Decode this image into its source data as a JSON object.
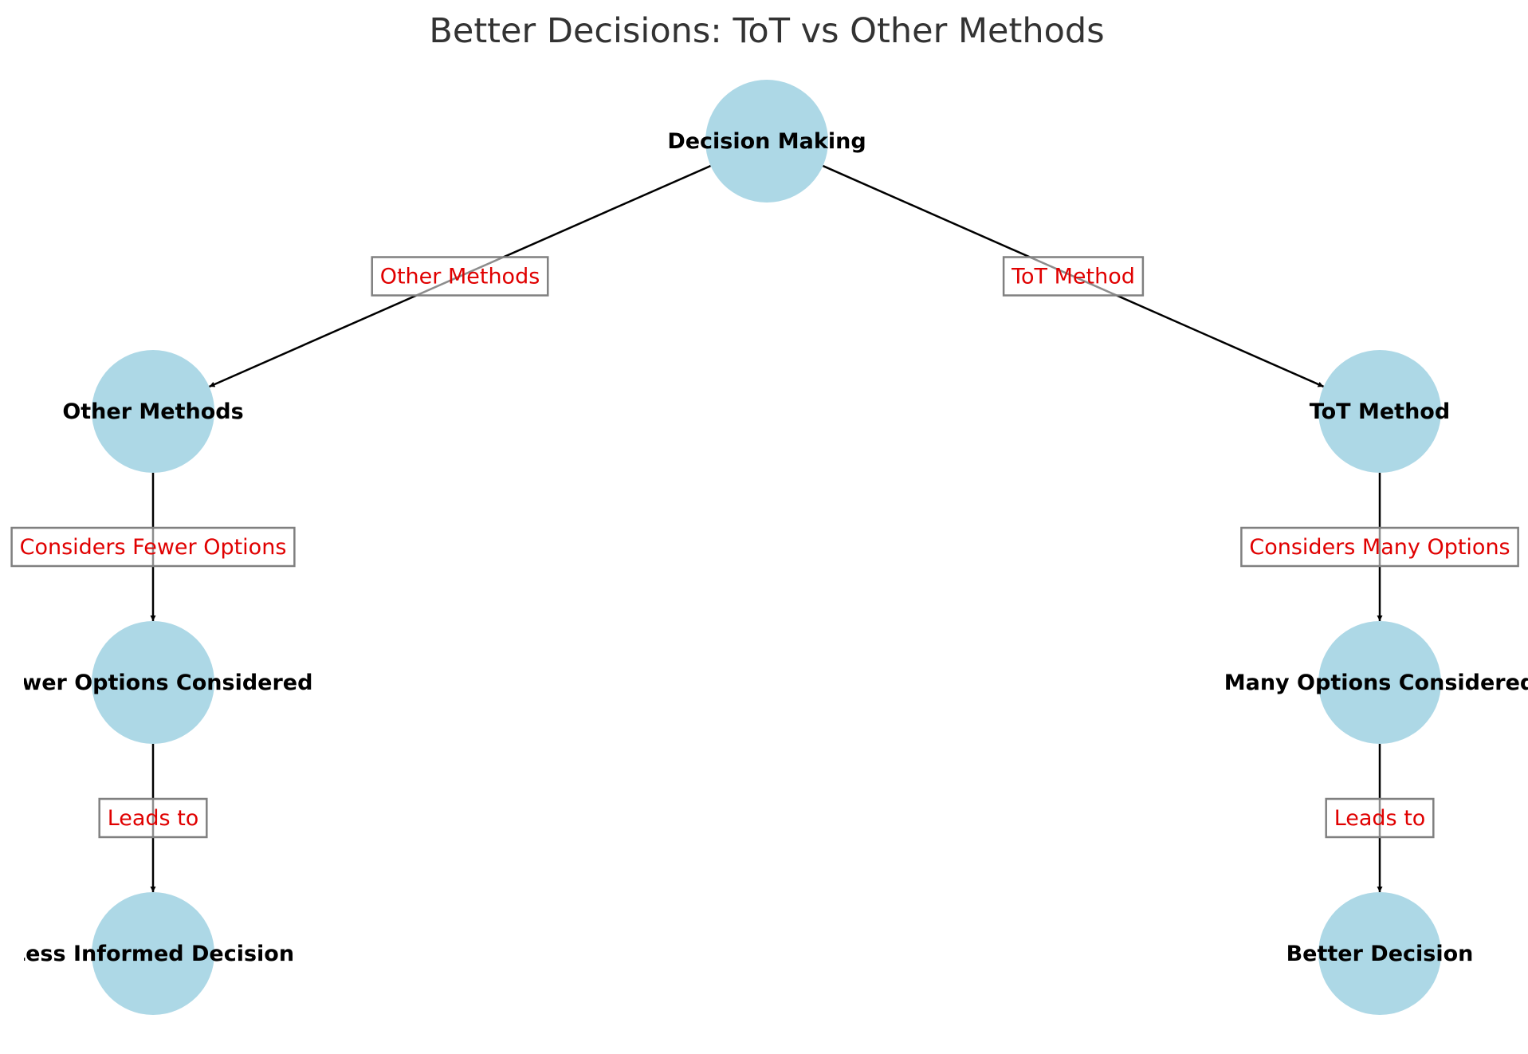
{
  "title": "Better Decisions: ToT vs Other Methods",
  "colors": {
    "node_fill": "#add8e6",
    "edge_label_text": "#e00000",
    "edge_label_border": "#808080",
    "edge_line": "#000000",
    "title_text": "#333333"
  },
  "nodes": [
    {
      "id": "decision-making",
      "label": "Decision Making"
    },
    {
      "id": "other-methods",
      "label": "Other Methods"
    },
    {
      "id": "tot-method",
      "label": "ToT Method"
    },
    {
      "id": "fewer-options",
      "label": "Fewer Options Considered"
    },
    {
      "id": "many-options",
      "label": "Many Options Considered"
    },
    {
      "id": "less-informed",
      "label": "Less Informed Decision"
    },
    {
      "id": "better-decision",
      "label": "Better Decision"
    }
  ],
  "edges": [
    {
      "from": "decision-making",
      "to": "other-methods",
      "label": "Other Methods"
    },
    {
      "from": "decision-making",
      "to": "tot-method",
      "label": "ToT Method"
    },
    {
      "from": "other-methods",
      "to": "fewer-options",
      "label": "Considers Fewer Options"
    },
    {
      "from": "tot-method",
      "to": "many-options",
      "label": "Considers Many Options"
    },
    {
      "from": "fewer-options",
      "to": "less-informed",
      "label": "Leads to"
    },
    {
      "from": "many-options",
      "to": "better-decision",
      "label": "Leads to"
    }
  ]
}
